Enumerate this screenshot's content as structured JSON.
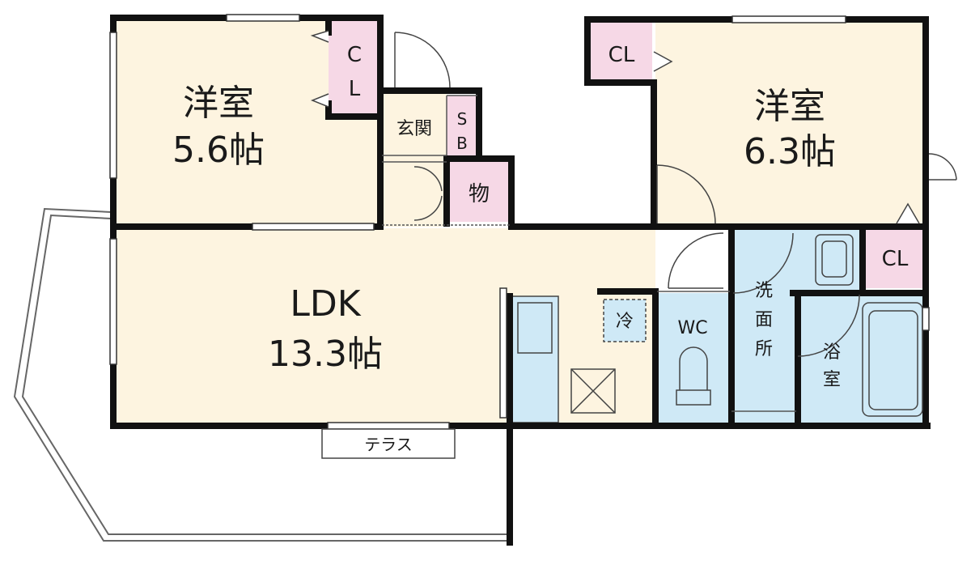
{
  "floorplan": {
    "western_room_1": {
      "name": "洋室",
      "size": "5.6帖"
    },
    "western_room_2": {
      "name": "洋室",
      "size": "6.3帖"
    },
    "ldk": {
      "name": "LDK",
      "size": "13.3帖"
    },
    "closet_left": {
      "line1": "C",
      "line2": "L"
    },
    "closet_top_right": "CL",
    "closet_right": "CL",
    "entrance": "玄関",
    "shoe_box": {
      "line1": "S",
      "line2": "B"
    },
    "storage": "物",
    "refrigerator": "冷",
    "toilet": "WC",
    "washroom": [
      "洗",
      "面",
      "所"
    ],
    "bathroom": [
      "浴",
      "室"
    ],
    "terrace": "テラス"
  },
  "colors": {
    "room_fill": "#fdf4e0",
    "closet_fill": "#f6d8e6",
    "wet_fill": "#cfe9f6",
    "wall": "#111111"
  }
}
